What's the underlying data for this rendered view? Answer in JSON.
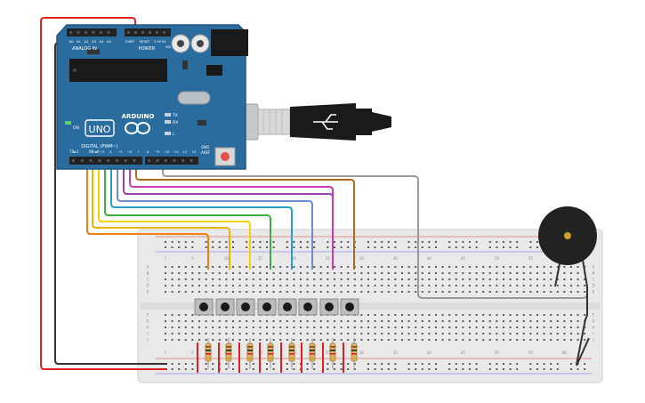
{
  "arduino": {
    "brand": "ARDUINO",
    "model": "UNO",
    "digital_label": "DIGITAL (PWM~)",
    "analog_label": "ANALOG IN",
    "power_label": "POWER",
    "aref": "AREF",
    "gnd": "GND",
    "on_label": "ON",
    "tx_label": "TX",
    "rx_label": "RX",
    "l_label": "L",
    "ioref": "IOREF",
    "reset": "RESET",
    "v33": "3.3V",
    "v5": "5V",
    "vin": "VIN",
    "tx_pin": "TX►1",
    "rx_pin": "RX◄0",
    "digital_pins": [
      "13",
      "12",
      "~11",
      "~10",
      "~9",
      "8",
      "7",
      "~6",
      "~5",
      "4",
      "~3",
      "2"
    ],
    "analog_pins": [
      "A0",
      "A1",
      "A2",
      "A3",
      "A4",
      "A5"
    ],
    "colors": {
      "board": "#2b6c9e",
      "board_dark": "#1f5580",
      "header": "#222222",
      "led_green": "#5fd35f"
    }
  },
  "breadboard": {
    "column_numbers": [
      "1",
      "5",
      "10",
      "15",
      "20",
      "25",
      "30",
      "35",
      "40",
      "45",
      "50",
      "55",
      "60"
    ],
    "row_letters_top": [
      "A",
      "B",
      "C",
      "D",
      "E"
    ],
    "row_letters_bottom": [
      "F",
      "G",
      "H",
      "I",
      "J"
    ],
    "colors": {
      "body": "#e8e8e8",
      "hole": "#555555",
      "rail_red": "#e02020",
      "rail_blue": "#3a3aff"
    }
  },
  "buttons": {
    "count": 8
  },
  "resistors": {
    "count": 8
  },
  "buzzer": {
    "colors": {
      "body": "#222222",
      "center": "#c9a227"
    }
  },
  "wires": {
    "colors": {
      "pin2": "#f07f12",
      "pin3": "#f0b400",
      "pin4": "#f5d500",
      "pin5": "#3cb043",
      "pin6": "#28a0c8",
      "pin7": "#6a8fd6",
      "pin8": "#9b40b8",
      "pin9": "#c83cb4",
      "pin10": "#b06a20",
      "pin12": "#9a9a9a",
      "power_5v": "#e02020",
      "gnd": "#333333"
    }
  },
  "usb_cable": {
    "colors": {
      "plug": "#c8c8c8",
      "cable": "#1a1a1a"
    }
  }
}
